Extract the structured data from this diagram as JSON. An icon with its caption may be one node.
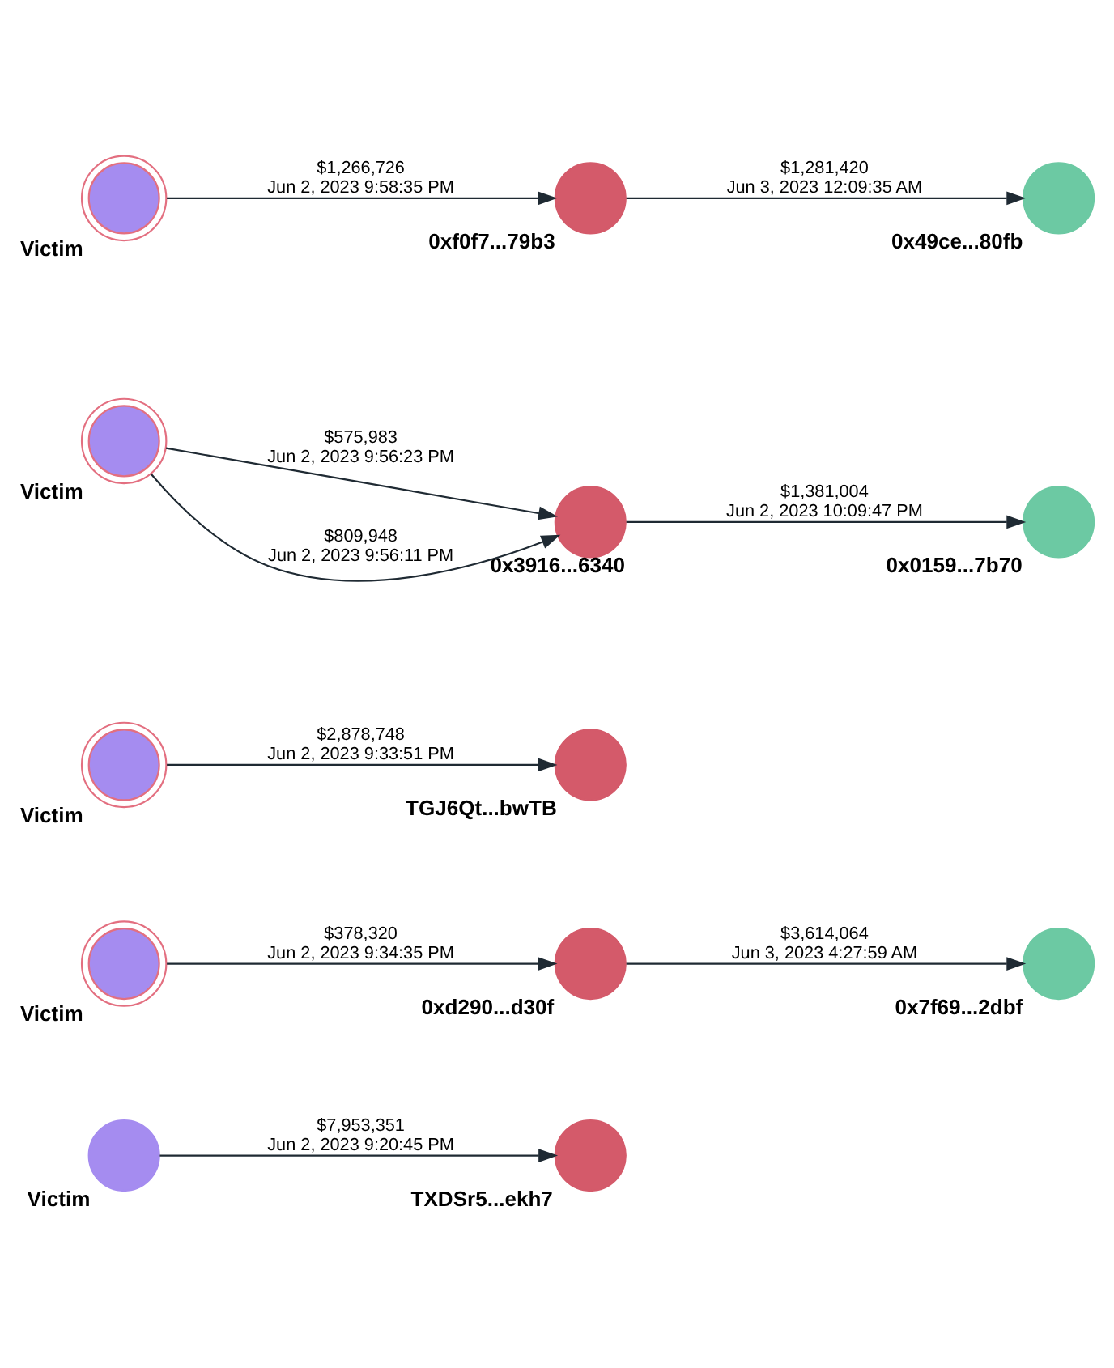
{
  "diagram": {
    "nodes": [
      {
        "text": [
          "Victim"
        ]
      },
      {
        "text": [
          "TXDSr5...ekh7"
        ]
      },
      {
        "text": [
          "Victim"
        ]
      },
      {
        "text": [
          "0xd290...d30f"
        ]
      },
      {
        "text": [
          "0x7f69...2dbf"
        ]
      },
      {
        "text": [
          "Victim"
        ]
      },
      {
        "text": [
          "TGJ6Qt...bwTB"
        ]
      },
      {
        "text": [
          "Victim"
        ]
      },
      {
        "text": [
          "0x3916...6340"
        ]
      },
      {
        "text": [
          "0x0159...7b70"
        ]
      },
      {
        "text": [
          "Victim"
        ]
      },
      {
        "text": [
          "0xf0f7...79b3"
        ]
      },
      {
        "text": [
          "0x49ce...80fb"
        ]
      }
    ],
    "edges": [
      {
        "from": 0,
        "to": 1,
        "arrow": "to",
        "label": "$7,953,351 Jun 2, 2023 9:20:45 PM"
      },
      {
        "from": 2,
        "to": 3,
        "arrow": "to",
        "label": "$378,320 Jun 2, 2023 9:34:35 PM"
      },
      {
        "from": 3,
        "to": 4,
        "arrow": "to",
        "label": "$3,614,064 Jun 3, 2023 4:27:59 AM"
      },
      {
        "from": 5,
        "to": 6,
        "arrow": "to",
        "label": "$2,878,748 Jun 2, 2023 9:33:51 PM"
      },
      {
        "from": 7,
        "to": 8,
        "arrow": "to",
        "label": "$575,983 Jun 2, 2023 9:56:23 PM"
      },
      {
        "from": 7,
        "to": 8,
        "arrow": "to",
        "label": "$809,948 Jun 2, 2023 9:56:11 PM"
      },
      {
        "from": 8,
        "to": 9,
        "arrow": "to",
        "label": "$1,381,004 Jun 2, 2023 10:09:47 PM"
      },
      {
        "from": 10,
        "to": 11,
        "arrow": "to",
        "label": "$1,266,726 Jun 2, 2023 9:58:35 PM"
      },
      {
        "from": 11,
        "to": 12,
        "arrow": "to",
        "label": "$1,281,420 Jun 3, 2023 12:09:35 AM"
      }
    ]
  }
}
